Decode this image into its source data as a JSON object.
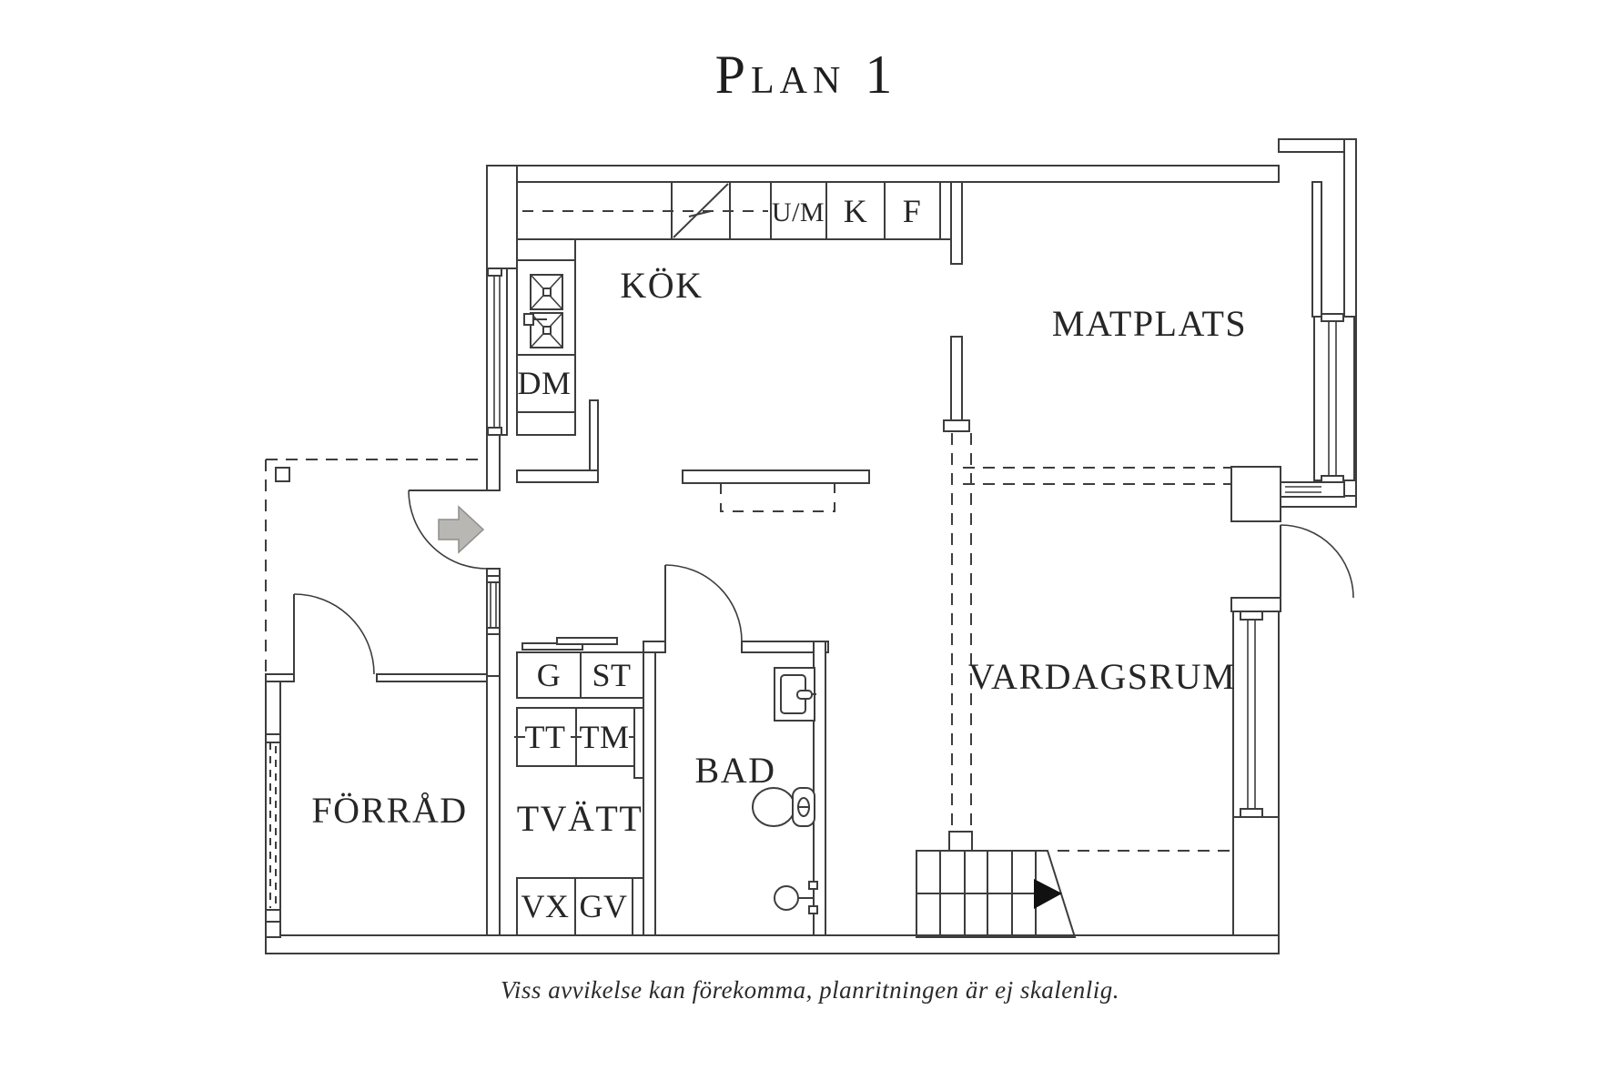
{
  "title": "Plan 1",
  "caption": "Viss avvikelse kan förekomma, planritningen är ej skalenlig.",
  "rooms": {
    "kok": "KÖK",
    "matplats": "MATPLATS",
    "vardagsrum": "VARDAGSRUM",
    "forrad": "FÖRRÅD",
    "tvatt": "TVÄTT",
    "bad": "BAD"
  },
  "labels": {
    "um": "U/M",
    "k": "K",
    "f": "F",
    "dm": "DM",
    "g": "G",
    "st": "ST",
    "tt": "TT",
    "tm": "TM",
    "vx": "VX",
    "gv": "GV"
  },
  "colors": {
    "background": "#ffffff",
    "line": "#3d3d3d",
    "text": "#262626",
    "entry_arrow_fill": "#b8b7b3",
    "entry_arrow_stroke": "#8e8e8a",
    "stairs_arrow": "#111111"
  }
}
